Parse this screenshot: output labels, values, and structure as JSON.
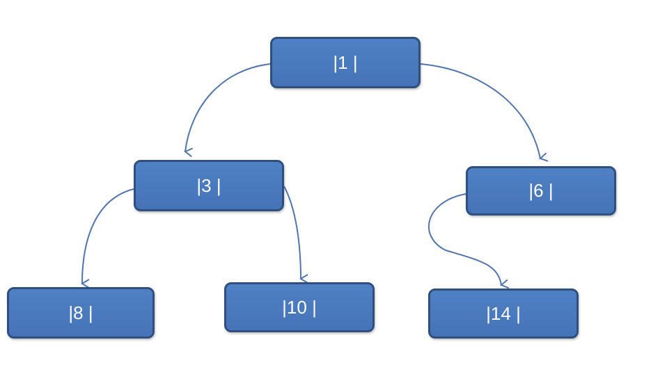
{
  "diagram": {
    "colors": {
      "node_fill": "#4f81c4",
      "node_border": "#2f4f7f",
      "edge": "#4f74b2",
      "text": "#ffffff"
    },
    "nodes": [
      {
        "id": "n1",
        "label": "|1 |"
      },
      {
        "id": "n3",
        "label": "|3 |"
      },
      {
        "id": "n6",
        "label": "|6 |"
      },
      {
        "id": "n8",
        "label": "|8 |"
      },
      {
        "id": "n10",
        "label": "|10 |"
      },
      {
        "id": "n14",
        "label": "|14 |"
      }
    ],
    "edges": [
      {
        "from": "n1",
        "to": "n3"
      },
      {
        "from": "n1",
        "to": "n6"
      },
      {
        "from": "n3",
        "to": "n8"
      },
      {
        "from": "n3",
        "to": "n10"
      },
      {
        "from": "n6",
        "to": "n14"
      }
    ]
  }
}
